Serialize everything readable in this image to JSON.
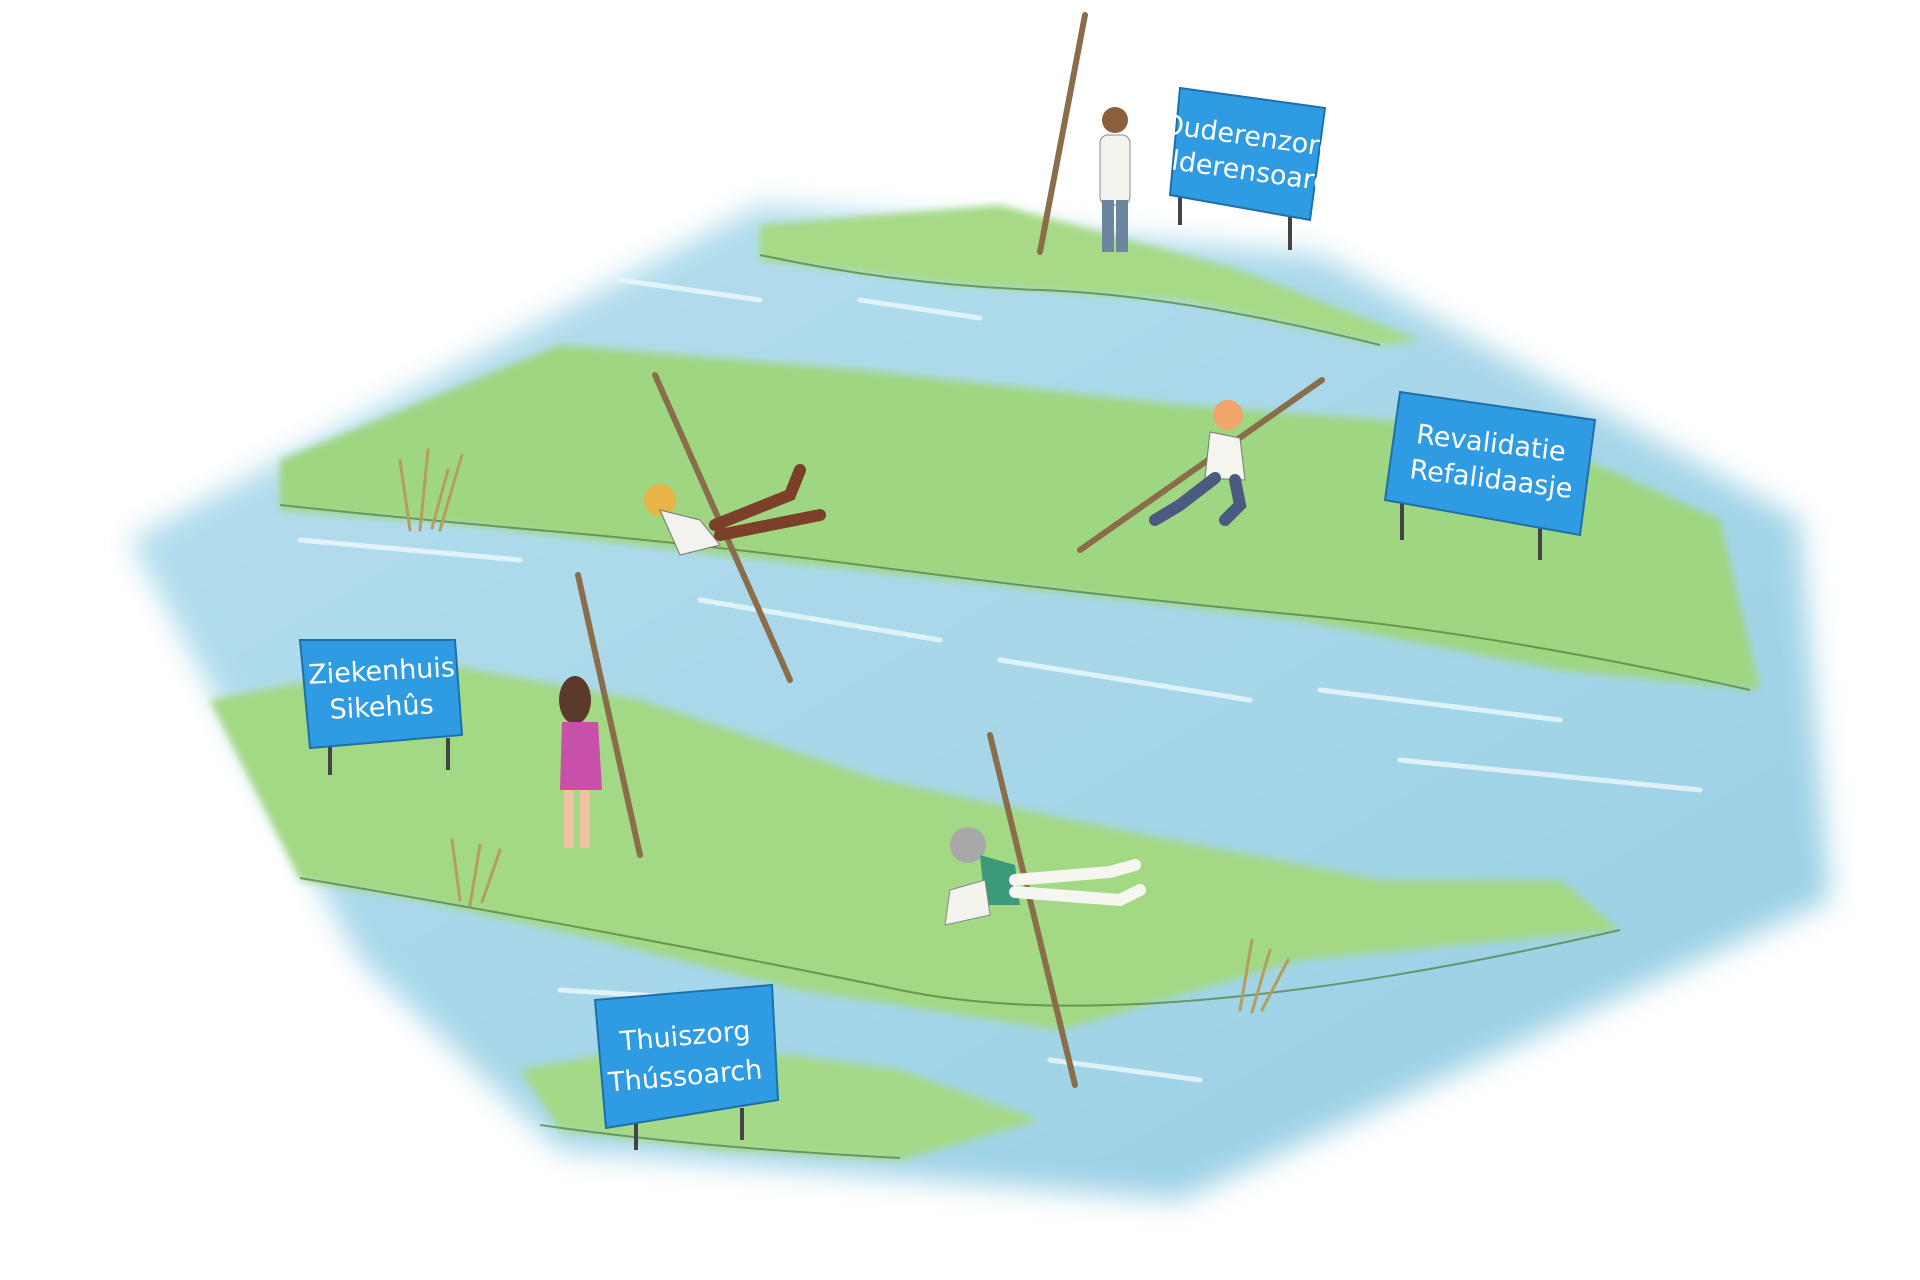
{
  "colors": {
    "grass": "#9ed67f",
    "grass_dark": "#5f8e4a",
    "water": "#a7d8ea",
    "water_highlight": "#e8f6fb",
    "sign_blue": "#2f9be2",
    "pole": "#8a6e4b"
  },
  "signs": {
    "elder_care": {
      "line1": "Ouderenzorg",
      "line2": "Alderensoarch"
    },
    "rehab": {
      "line1": "Revalidatie",
      "line2": "Refalidaasje"
    },
    "hospital": {
      "line1": "Ziekenhuis",
      "line2": "Sikehûs"
    },
    "home_care": {
      "line1": "Thuiszorg",
      "line2": "Thússoarch"
    }
  }
}
